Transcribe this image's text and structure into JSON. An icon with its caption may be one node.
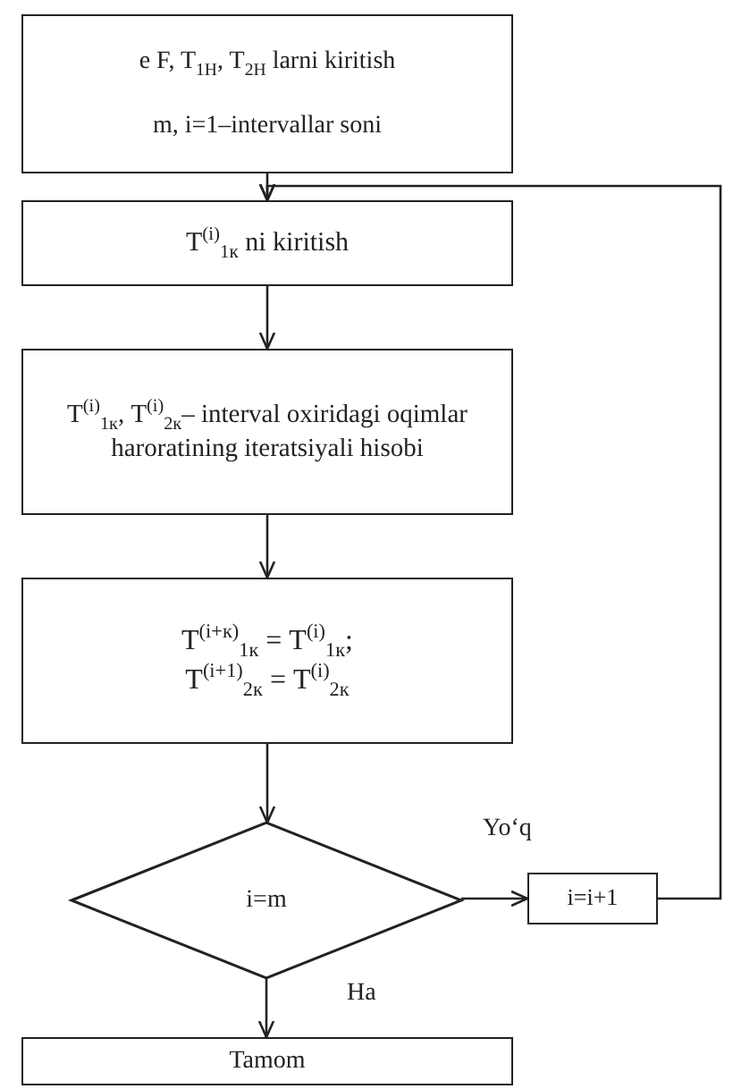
{
  "diagram": {
    "nodes": [
      {
        "text": [
          "e F, T$_{1H}$, T$_{2H}$ larni kiritish",
          "m, i=1–intervallar  soni"
        ]
      },
      {
        "text": [
          "T$^{(i)}$$_{1к}$ ni kiritish"
        ]
      },
      {
        "text": [
          "T$^{(i)}$$_{1к}$, T$^{(i)}$$_{2к}$– interval oxiridagi oqimlar haroratining iteratsiyali hisobi"
        ]
      },
      {
        "text": [
          "T$^{(i+к)}$$_{1к}$ = T$^{(i)}$$_{1к}$;",
          "T$^{(i+1)}$$_{2к}$ = T$^{(i)}$$_{2к}$"
        ]
      },
      {
        "text": [
          "i=m"
        ]
      },
      {
        "text": [
          "i=i+1"
        ]
      },
      {
        "text": [
          "Tamom"
        ]
      }
    ],
    "edges": [
      {
        "from": 0,
        "to": 1,
        "arrow": "to"
      },
      {
        "from": 1,
        "to": 2,
        "arrow": "to"
      },
      {
        "from": 2,
        "to": 3,
        "arrow": "to"
      },
      {
        "from": 3,
        "to": 4,
        "arrow": "to"
      },
      {
        "from": 4,
        "to": 5,
        "arrow": "to",
        "label": "Yo‘q"
      },
      {
        "from": 4,
        "to": 6,
        "arrow": "to",
        "label": "Ha"
      },
      {
        "from": 5,
        "to": 1,
        "arrow": "to"
      }
    ]
  }
}
